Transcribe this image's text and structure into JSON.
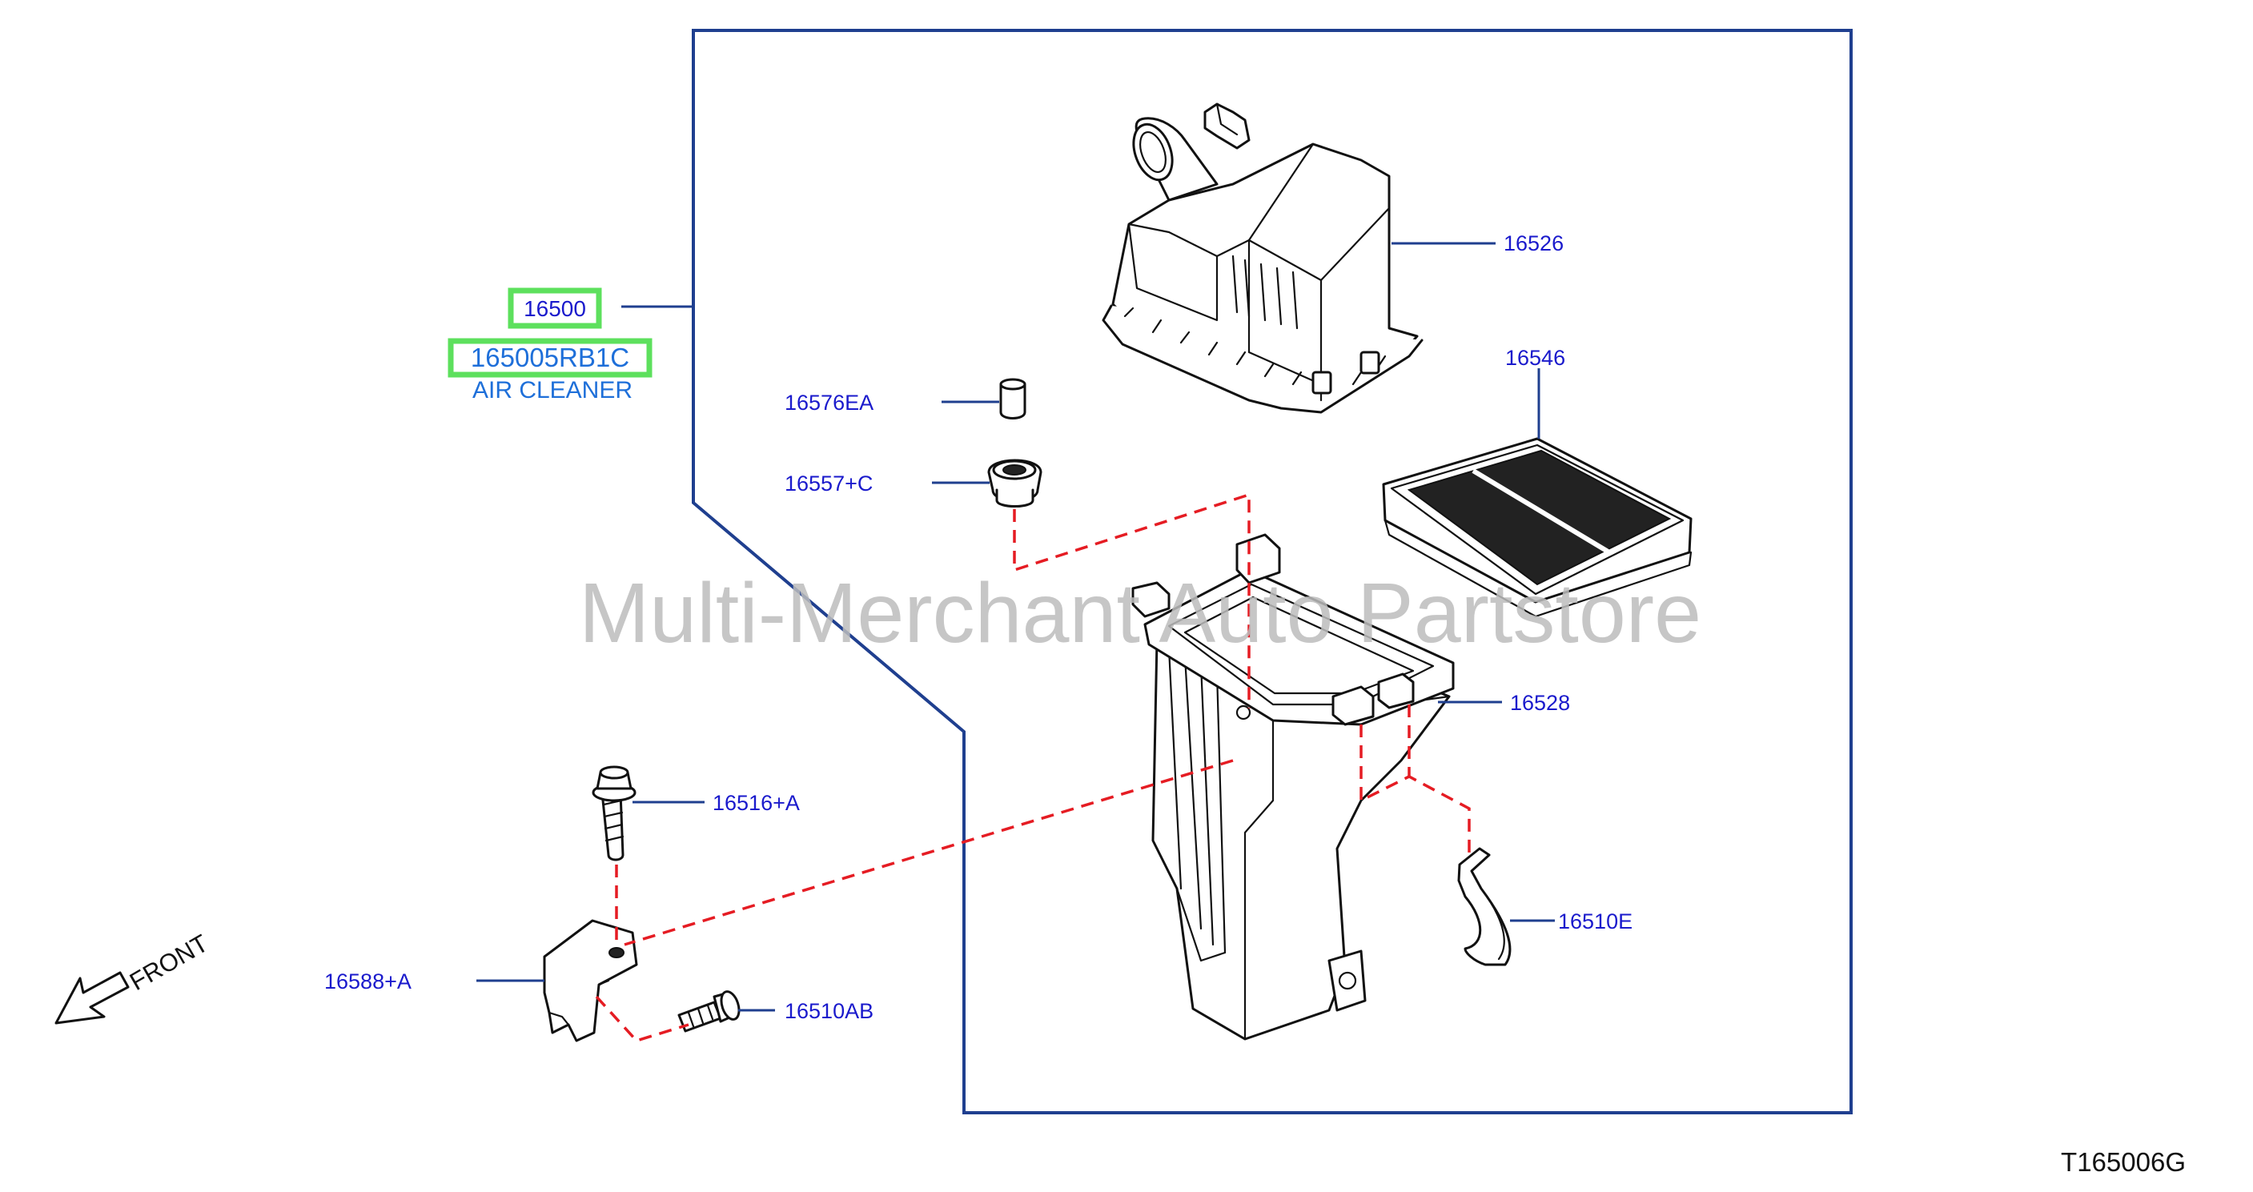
{
  "main_part": {
    "number": "16500",
    "catalog_number": "165005RB1C",
    "name": "AIR CLEANER"
  },
  "callouts": {
    "cover": "16526",
    "element": "16546",
    "cap": "16576EA",
    "grommet": "16557+C",
    "body": "16528",
    "bolt_top": "16516+A",
    "clip": "16510E",
    "bracket": "16588+A",
    "bolt_bottom": "16510AB"
  },
  "front_label": "FRONT",
  "watermark": "Multi-Merchant Auto Partstore",
  "figure_code": "T165006G",
  "colors": {
    "callout_text": "#1a1acc",
    "main_name_text": "#1e6fd9",
    "frame_line": "#1f3f8f",
    "dash_line": "#e51c23",
    "highlight": "#5de05d",
    "watermark": "#c4c4c4"
  }
}
